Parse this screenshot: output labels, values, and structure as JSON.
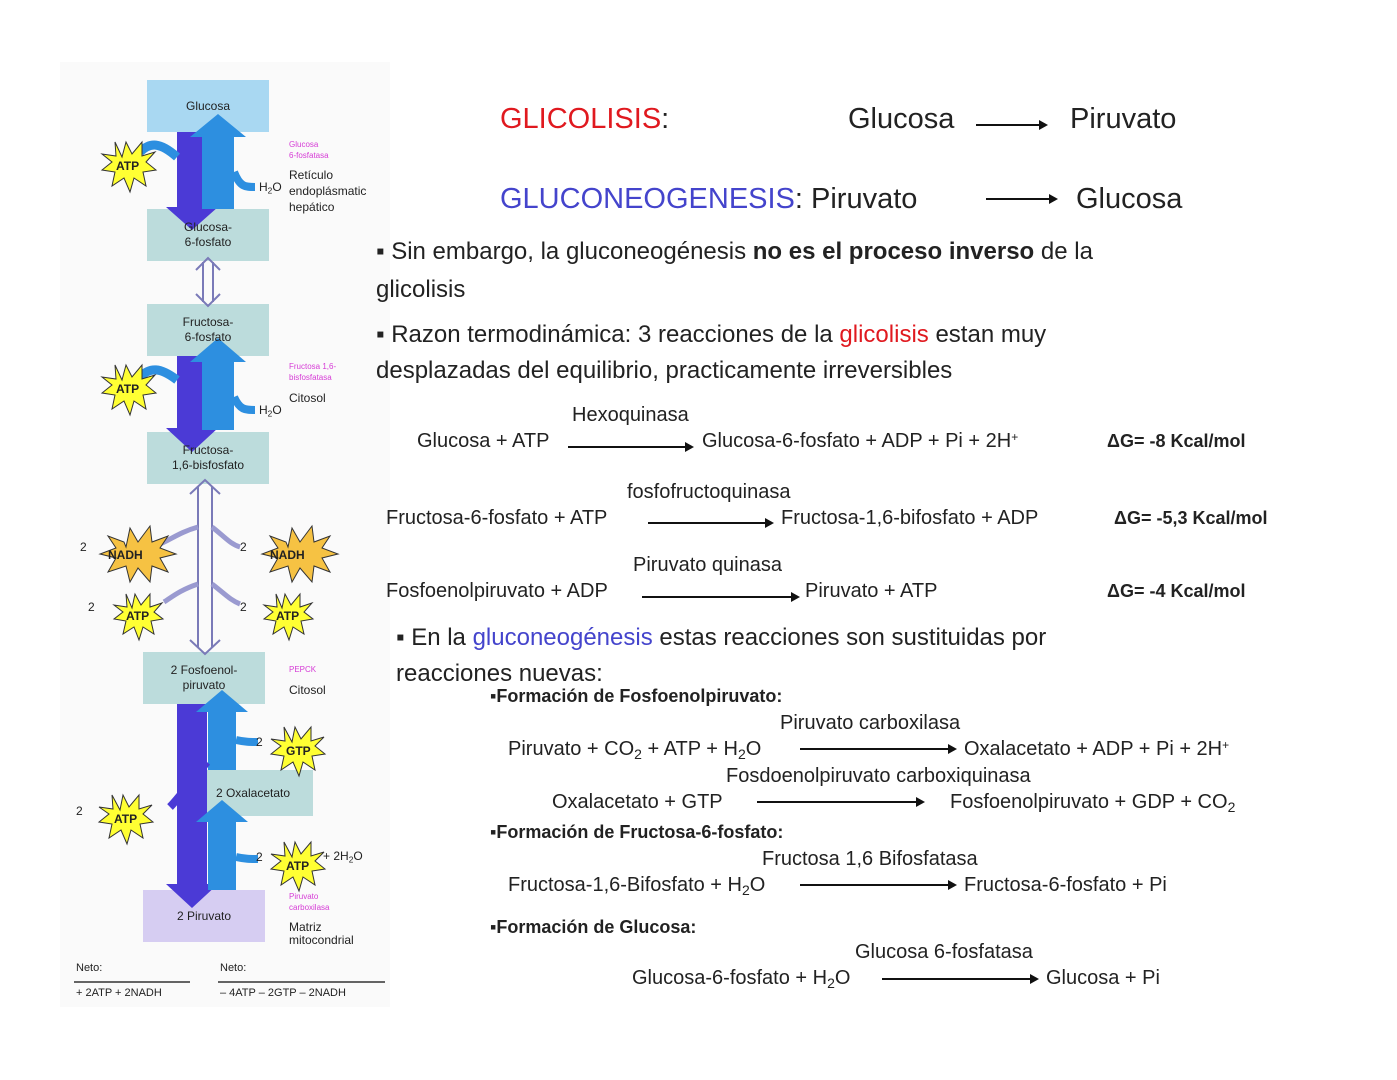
{
  "diagram": {
    "boxes": {
      "glucosa": "Glucosa",
      "g6p_1": "Glucosa-",
      "g6p_2": "6-fosfato",
      "f6p_1": "Fructosa-",
      "f6p_2": "6-fosfato",
      "fbp_1": "Fructosa-",
      "fbp_2": "1,6-bisfosfato",
      "pep_1": "2 Fosfoenol-",
      "pep_2": "piruvato",
      "oxalacetato": "2 Oxalacetato",
      "piruvato": "2 Piruvato"
    },
    "labels": {
      "atp": "ATP",
      "nadh": "NADH",
      "gtp": "GTP",
      "h2o": "H",
      "two": "2",
      "plus_2h2o": "+ 2H",
      "reticulo_1": "Retículo",
      "reticulo_2": "endoplásmatic",
      "reticulo_3": "hepático",
      "citosol_1": "Citosol",
      "citosol_2": "Citosol",
      "matriz_1": "Matriz",
      "matriz_2": "mitocondrial",
      "pink_g6pasa_1": "Glucosa",
      "pink_g6pasa_2": "6-fosfatasa",
      "pink_fbpasa_1": "Fructosa 1,6-",
      "pink_fbpasa_2": "bisfosfatasa",
      "pink_pepck": "PEPCK",
      "pink_pc_1": "Piruvato",
      "pink_pc_2": "carboxilasa",
      "neto_left": "Neto:",
      "neto_left_val": "+ 2ATP + 2NADH",
      "neto_right": "Neto:",
      "neto_right_val": "– 4ATP – 2GTP – 2NADH"
    }
  },
  "header": {
    "glicolisis": "GLICOLISIS",
    "colon": ":",
    "glic_from": "Glucosa",
    "glic_to": "Piruvato",
    "gluconeo": "GLUCONEOGENESIS",
    "gluconeo_rest": ": Piruvato",
    "gluconeo_to": "Glucosa"
  },
  "bullets": {
    "b1_pre": "Sin embargo, la gluconeogénesis ",
    "b1_bold": "no es el proceso inverso",
    "b1_post": " de la",
    "b1_line2": "glicolisis",
    "b2_pre": "Razon termodinámica: 3 reacciones de la  ",
    "b2_red": "glicolisis",
    "b2_post": " estan muy",
    "b2_line2": "desplazadas del equilibrio, practicamente irreversibles",
    "b3_pre": "En la ",
    "b3_blue": "gluconeogénesis",
    "b3_post": " estas reacciones son sustituidas por",
    "b3_line2": "reacciones nuevas:"
  },
  "reactions": {
    "r1_enzyme": "Hexoquinasa",
    "r1_left": "Glucosa + ATP",
    "r1_right": "Glucosa-6-fosfato + ADP + Pi + 2H",
    "r1_dg": "ΔG= -8 Kcal/mol",
    "r2_enzyme": "fosfofructoquinasa",
    "r2_left": "Fructosa-6-fosfato  + ATP",
    "r2_right": "Fructosa-1,6-bifosfato + ADP",
    "r2_dg": "ΔG= -5,3 Kcal/mol",
    "r3_enzyme": "Piruvato quinasa",
    "r3_left": "Fosfoenolpiruvato + ADP",
    "r3_right": "Piruvato + ATP",
    "r3_dg": "ΔG= -4 Kcal/mol"
  },
  "formation": {
    "pep_title": "Formación de Fosfoenolpiruvato:",
    "pc_enzyme": "Piruvato carboxilasa",
    "pc_left_a": "Piruvato + CO",
    "pc_left_b": " + ATP + H",
    "pc_left_c": "O",
    "pc_right": "Oxalacetato + ADP + Pi + 2H",
    "pepck_enzyme": "Fosdoenolpiruvato carboxiquinasa",
    "pepck_left": "Oxalacetato + GTP",
    "pepck_right": "Fosfoenolpiruvato + GDP + CO",
    "f6p_title": "Formación de Fructosa-6-fosfato:",
    "fbpasa_enzyme": "Fructosa 1,6 Bifosfatasa",
    "fbpasa_left_a": "Fructosa-1,6-Bifosfato + H",
    "fbpasa_left_b": "O",
    "fbpasa_right": "Fructosa-6-fosfato +  Pi",
    "glc_title": "Formación de Glucosa:",
    "g6pasa_enzyme": "Glucosa 6-fosfatasa",
    "g6pasa_left_a": "Glucosa-6-fosfato + H",
    "g6pasa_left_b": "O",
    "g6pasa_right": "Glucosa +  Pi"
  },
  "colors": {
    "red": "#e0191f",
    "blue": "#4444cc",
    "box_blue": "#a9d8f2",
    "box_teal": "#bcdcdc",
    "box_purple": "#d6cdf2",
    "arrow_dark": "#4b3ad6",
    "arrow_light": "#2d8fe0",
    "star_yellow": "#ffff33",
    "star_orange": "#f6c243"
  }
}
